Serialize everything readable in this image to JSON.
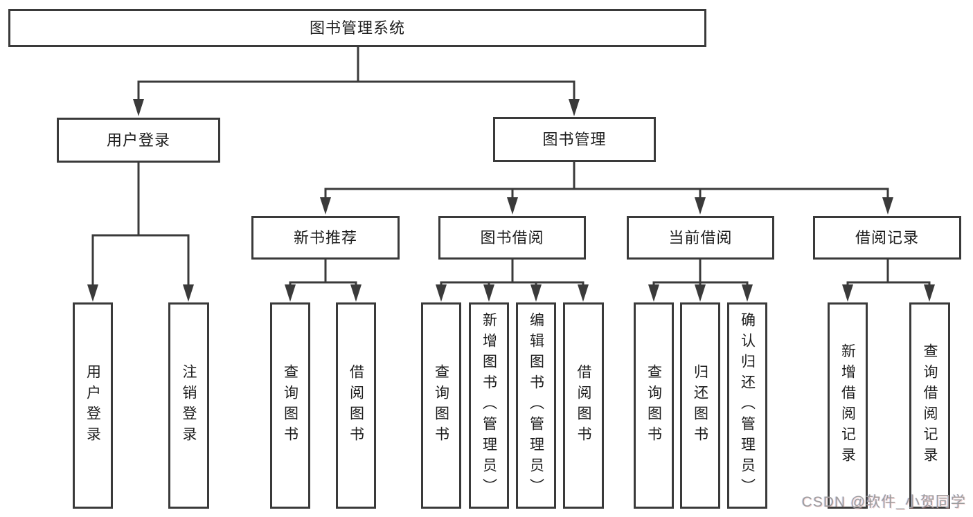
{
  "diagram_title": "图书管理系统",
  "nodes": {
    "root": "图书管理系统",
    "l2": [
      "用户登录",
      "图书管理"
    ],
    "l3": [
      "新书推荐",
      "图书借阅",
      "当前借阅",
      "借阅记录"
    ],
    "leaves_user_login": [
      "用户登录",
      "注销登录"
    ],
    "leaves_new_book": [
      "查询图书",
      "借阅图书"
    ],
    "leaves_book_borrow": [
      "查询图书",
      "新增图书（管理员）",
      "编辑图书（管理员）",
      "借阅图书"
    ],
    "leaves_current_borrow": [
      "查询图书",
      "归还图书",
      "确认归还（管理员）"
    ],
    "leaves_borrow_record": [
      "新增借阅记录",
      "查询借阅记录"
    ]
  },
  "watermark": "CSDN @软件_小贺同学",
  "colors": {
    "line": "#3a3a3a",
    "text": "#1d1d1d",
    "bg": "#ffffff",
    "watermark": "#9d9d9d"
  }
}
